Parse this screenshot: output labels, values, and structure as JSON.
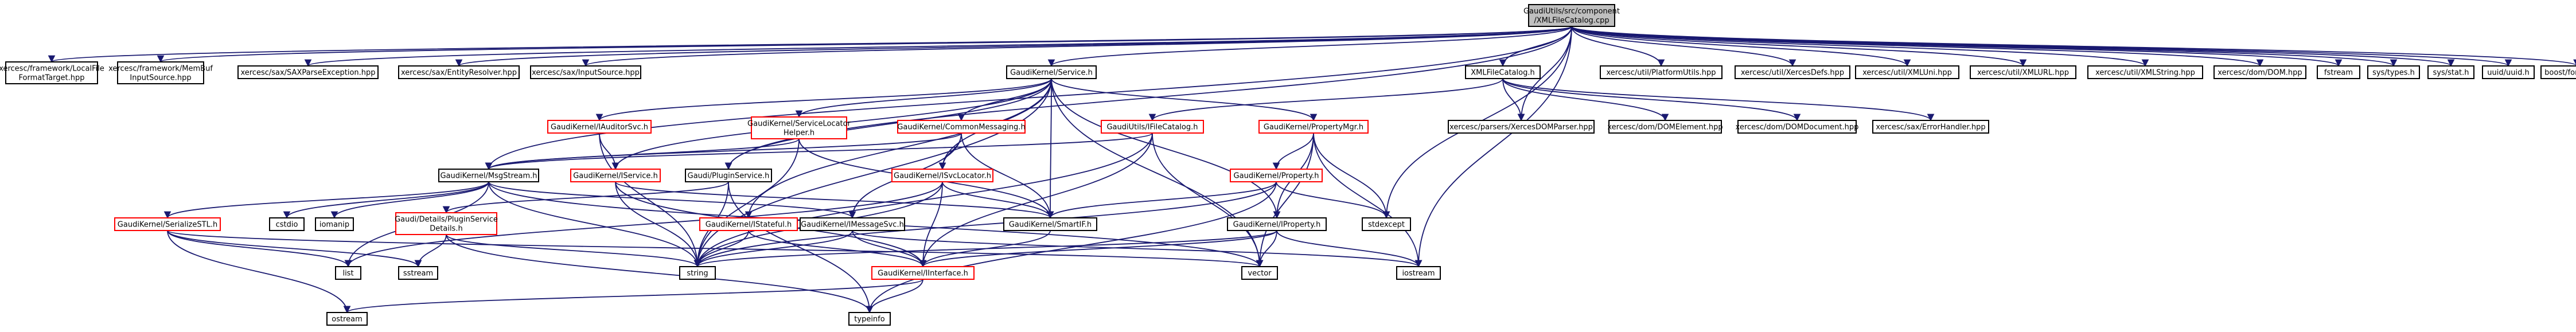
{
  "colors": {
    "normal_border": "#000000",
    "missing_border": "#ff0000",
    "root_fill": "#bfbfbf",
    "edge": "#191970",
    "background": "#ffffff"
  },
  "nodes": [
    {
      "id": "root",
      "lines": [
        "GaudiUtils/src/component",
        "/XMLFileCatalog.cpp"
      ],
      "kind": "root"
    },
    {
      "id": "xlfts",
      "lines": [
        "xercesc/framework/LocalFile",
        "FormatTarget.hpp"
      ],
      "kind": "normal"
    },
    {
      "id": "xmbis",
      "lines": [
        "xercesc/framework/MemBuf",
        "InputSource.hpp"
      ],
      "kind": "normal"
    },
    {
      "id": "saxpe",
      "lines": [
        "xercesc/sax/SAXParseException.hpp"
      ],
      "kind": "normal"
    },
    {
      "id": "entres",
      "lines": [
        "xercesc/sax/EntityResolver.hpp"
      ],
      "kind": "normal"
    },
    {
      "id": "saxis",
      "lines": [
        "xercesc/sax/InputSource.hpp"
      ],
      "kind": "normal"
    },
    {
      "id": "service",
      "lines": [
        "GaudiKernel/Service.h"
      ],
      "kind": "normal"
    },
    {
      "id": "xmlcat",
      "lines": [
        "XMLFileCatalog.h"
      ],
      "kind": "normal"
    },
    {
      "id": "platutils",
      "lines": [
        "xercesc/util/PlatformUtils.hpp"
      ],
      "kind": "normal"
    },
    {
      "id": "xercdefs",
      "lines": [
        "xercesc/util/XercesDefs.hpp"
      ],
      "kind": "normal"
    },
    {
      "id": "xmluni",
      "lines": [
        "xercesc/util/XMLUni.hpp"
      ],
      "kind": "normal"
    },
    {
      "id": "xmlurl",
      "lines": [
        "xercesc/util/XMLURL.hpp"
      ],
      "kind": "normal"
    },
    {
      "id": "xmlstring",
      "lines": [
        "xercesc/util/XMLString.hpp"
      ],
      "kind": "normal"
    },
    {
      "id": "domhpp",
      "lines": [
        "xercesc/dom/DOM.hpp"
      ],
      "kind": "normal"
    },
    {
      "id": "fstream",
      "lines": [
        "fstream"
      ],
      "kind": "normal"
    },
    {
      "id": "systypes",
      "lines": [
        "sys/types.h"
      ],
      "kind": "normal"
    },
    {
      "id": "sysstat",
      "lines": [
        "sys/stat.h"
      ],
      "kind": "normal"
    },
    {
      "id": "uuid",
      "lines": [
        "uuid/uuid.h"
      ],
      "kind": "normal"
    },
    {
      "id": "boostfmt",
      "lines": [
        "boost/format.hpp"
      ],
      "kind": "normal"
    },
    {
      "id": "iauditor",
      "lines": [
        "GaudiKernel/IAuditorSvc.h"
      ],
      "kind": "missing"
    },
    {
      "id": "svclochelper",
      "lines": [
        "GaudiKernel/ServiceLocator",
        "Helper.h"
      ],
      "kind": "missing"
    },
    {
      "id": "commonmsg",
      "lines": [
        "GaudiKernel/CommonMessaging.h"
      ],
      "kind": "missing"
    },
    {
      "id": "ifilecat",
      "lines": [
        "GaudiUtils/IFileCatalog.h"
      ],
      "kind": "missing"
    },
    {
      "id": "propmgr",
      "lines": [
        "GaudiKernel/PropertyMgr.h"
      ],
      "kind": "missing"
    },
    {
      "id": "xdomparser",
      "lines": [
        "xercesc/parsers/XercesDOMParser.hpp"
      ],
      "kind": "normal"
    },
    {
      "id": "domelem",
      "lines": [
        "xercesc/dom/DOMElement.hpp"
      ],
      "kind": "normal"
    },
    {
      "id": "domdoc",
      "lines": [
        "xercesc/dom/DOMDocument.hpp"
      ],
      "kind": "normal"
    },
    {
      "id": "errhandler",
      "lines": [
        "xercesc/sax/ErrorHandler.hpp"
      ],
      "kind": "normal"
    },
    {
      "id": "msgstream",
      "lines": [
        "GaudiKernel/MsgStream.h"
      ],
      "kind": "normal"
    },
    {
      "id": "iservice",
      "lines": [
        "GaudiKernel/IService.h"
      ],
      "kind": "missing"
    },
    {
      "id": "pluginsvc",
      "lines": [
        "Gaudi/PluginService.h"
      ],
      "kind": "normal"
    },
    {
      "id": "isvcloc",
      "lines": [
        "GaudiKernel/ISvcLocator.h"
      ],
      "kind": "missing"
    },
    {
      "id": "property",
      "lines": [
        "GaudiKernel/Property.h"
      ],
      "kind": "missing"
    },
    {
      "id": "serstl",
      "lines": [
        "GaudiKernel/SerializeSTL.h"
      ],
      "kind": "missing"
    },
    {
      "id": "cstdio",
      "lines": [
        "cstdio"
      ],
      "kind": "normal"
    },
    {
      "id": "iomanip",
      "lines": [
        "iomanip"
      ],
      "kind": "normal"
    },
    {
      "id": "psdetails",
      "lines": [
        "Gaudi/Details/PluginService",
        "Details.h"
      ],
      "kind": "missing"
    },
    {
      "id": "istateful",
      "lines": [
        "GaudiKernel/IStateful.h"
      ],
      "kind": "missing"
    },
    {
      "id": "imsgsvc",
      "lines": [
        "GaudiKernel/IMessageSvc.h"
      ],
      "kind": "normal"
    },
    {
      "id": "smartif",
      "lines": [
        "GaudiKernel/SmartIF.h"
      ],
      "kind": "normal"
    },
    {
      "id": "iproperty",
      "lines": [
        "GaudiKernel/IProperty.h"
      ],
      "kind": "normal"
    },
    {
      "id": "stdexcept",
      "lines": [
        "stdexcept"
      ],
      "kind": "normal"
    },
    {
      "id": "list",
      "lines": [
        "list"
      ],
      "kind": "normal"
    },
    {
      "id": "sstream",
      "lines": [
        "sstream"
      ],
      "kind": "normal"
    },
    {
      "id": "string",
      "lines": [
        "string"
      ],
      "kind": "normal"
    },
    {
      "id": "iinterface",
      "lines": [
        "GaudiKernel/IInterface.h"
      ],
      "kind": "missing"
    },
    {
      "id": "vector",
      "lines": [
        "vector"
      ],
      "kind": "normal"
    },
    {
      "id": "iostream",
      "lines": [
        "iostream"
      ],
      "kind": "normal"
    },
    {
      "id": "ostream",
      "lines": [
        "ostream"
      ],
      "kind": "normal"
    },
    {
      "id": "typeinfo",
      "lines": [
        "typeinfo"
      ],
      "kind": "normal"
    }
  ],
  "edges": [
    [
      "root",
      "xlfts"
    ],
    [
      "root",
      "xmbis"
    ],
    [
      "root",
      "saxpe"
    ],
    [
      "root",
      "entres"
    ],
    [
      "root",
      "saxis"
    ],
    [
      "root",
      "service"
    ],
    [
      "root",
      "xmlcat"
    ],
    [
      "root",
      "platutils"
    ],
    [
      "root",
      "xercdefs"
    ],
    [
      "root",
      "xmluni"
    ],
    [
      "root",
      "xmlurl"
    ],
    [
      "root",
      "xmlstring"
    ],
    [
      "root",
      "domhpp"
    ],
    [
      "root",
      "fstream"
    ],
    [
      "root",
      "systypes"
    ],
    [
      "root",
      "sysstat"
    ],
    [
      "root",
      "uuid"
    ],
    [
      "root",
      "boostfmt"
    ],
    [
      "root",
      "msgstream"
    ],
    [
      "root",
      "pluginsvc"
    ],
    [
      "root",
      "stdexcept"
    ],
    [
      "root",
      "iostream"
    ],
    [
      "root",
      "xdomparser"
    ],
    [
      "service",
      "iauditor"
    ],
    [
      "service",
      "svclochelper"
    ],
    [
      "service",
      "commonmsg"
    ],
    [
      "service",
      "propmgr"
    ],
    [
      "service",
      "iservice"
    ],
    [
      "service",
      "pluginsvc"
    ],
    [
      "service",
      "isvcloc"
    ],
    [
      "service",
      "istateful"
    ],
    [
      "service",
      "iproperty"
    ],
    [
      "service",
      "smartif"
    ],
    [
      "service",
      "string"
    ],
    [
      "service",
      "vector"
    ],
    [
      "xmlcat",
      "ifilecat"
    ],
    [
      "xmlcat",
      "xdomparser"
    ],
    [
      "xmlcat",
      "domelem"
    ],
    [
      "xmlcat",
      "domdoc"
    ],
    [
      "xmlcat",
      "errhandler"
    ],
    [
      "iauditor",
      "iservice"
    ],
    [
      "iauditor",
      "string"
    ],
    [
      "svclochelper",
      "msgstream"
    ],
    [
      "svclochelper",
      "smartif"
    ],
    [
      "svclochelper",
      "string"
    ],
    [
      "commonmsg",
      "imsgsvc"
    ],
    [
      "commonmsg",
      "isvcloc"
    ],
    [
      "commonmsg",
      "smartif"
    ],
    [
      "commonmsg",
      "msgstream"
    ],
    [
      "ifilecat",
      "iinterface"
    ],
    [
      "ifilecat",
      "string"
    ],
    [
      "ifilecat",
      "vector"
    ],
    [
      "ifilecat",
      "msgstream"
    ],
    [
      "propmgr",
      "property"
    ],
    [
      "propmgr",
      "iproperty"
    ],
    [
      "propmgr",
      "stdexcept"
    ],
    [
      "propmgr",
      "iostream"
    ],
    [
      "propmgr",
      "vector"
    ],
    [
      "msgstream",
      "serstl"
    ],
    [
      "msgstream",
      "cstdio"
    ],
    [
      "msgstream",
      "iomanip"
    ],
    [
      "msgstream",
      "string"
    ],
    [
      "msgstream",
      "imsgsvc"
    ],
    [
      "msgstream",
      "list"
    ],
    [
      "msgstream",
      "vector"
    ],
    [
      "iservice",
      "iinterface"
    ],
    [
      "iservice",
      "string"
    ],
    [
      "iservice",
      "smartif"
    ],
    [
      "pluginsvc",
      "psdetails"
    ],
    [
      "pluginsvc",
      "string"
    ],
    [
      "pluginsvc",
      "typeinfo"
    ],
    [
      "isvcloc",
      "iinterface"
    ],
    [
      "isvcloc",
      "smartif"
    ],
    [
      "isvcloc",
      "list"
    ],
    [
      "isvcloc",
      "string"
    ],
    [
      "property",
      "smartif"
    ],
    [
      "property",
      "stdexcept"
    ],
    [
      "property",
      "string"
    ],
    [
      "property",
      "typeinfo"
    ],
    [
      "serstl",
      "ostream"
    ],
    [
      "serstl",
      "sstream"
    ],
    [
      "serstl",
      "list"
    ],
    [
      "serstl",
      "vector"
    ],
    [
      "psdetails",
      "sstream"
    ],
    [
      "psdetails",
      "typeinfo"
    ],
    [
      "psdetails",
      "string"
    ],
    [
      "istateful",
      "iinterface"
    ],
    [
      "istateful",
      "string"
    ],
    [
      "imsgsvc",
      "iinterface"
    ],
    [
      "imsgsvc",
      "string"
    ],
    [
      "imsgsvc",
      "iostream"
    ],
    [
      "smartif",
      "iinterface"
    ],
    [
      "iproperty",
      "iinterface"
    ],
    [
      "iproperty",
      "string"
    ],
    [
      "iproperty",
      "vector"
    ],
    [
      "iproperty",
      "iostream"
    ],
    [
      "iinterface",
      "ostream"
    ],
    [
      "iinterface",
      "typeinfo"
    ]
  ]
}
